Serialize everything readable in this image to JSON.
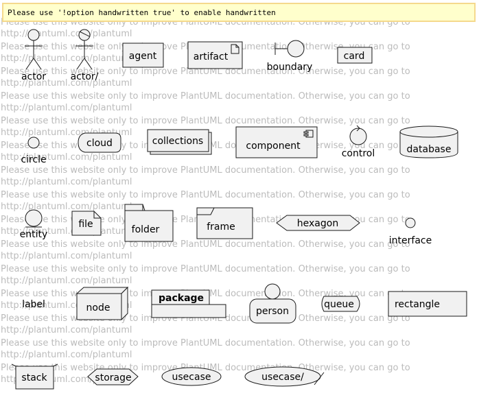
{
  "banner": {
    "text": "Please use '!option handwritten true' to enable handwritten"
  },
  "watermark": {
    "line1": "Please use this website only to improve PlantUML documentation. Otherwise, you can go to",
    "line2": "http://plantuml.com/plantuml"
  },
  "labels": {
    "actor": "actor",
    "actor2": "actor/",
    "agent": "agent",
    "artifact": "artifact",
    "boundary": "boundary",
    "card": "card",
    "circle": "circle",
    "cloud": "cloud",
    "collections": "collections",
    "component": "component",
    "control": "control",
    "database": "database",
    "entity": "entity",
    "file": "file",
    "folder": "folder",
    "frame": "frame",
    "hexagon": "hexagon",
    "interface": "interface",
    "label": "label",
    "node": "node",
    "package": "package",
    "person": "person",
    "queue": "queue",
    "rectangle": "rectangle",
    "stack": "stack",
    "storage": "storage",
    "usecase": "usecase",
    "usecase2": "usecase/"
  },
  "colors": {
    "fill": "#F1F1F1",
    "stroke": "#181818",
    "banner_bg": "#FFFFCC",
    "banner_border": "#F5D98C",
    "watermark": "#BBBBBB"
  }
}
